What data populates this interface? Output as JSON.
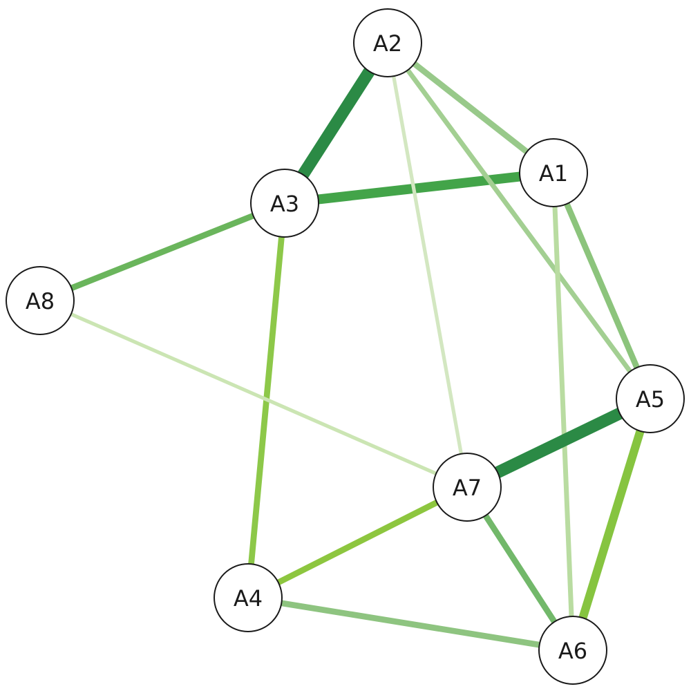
{
  "title": "",
  "nodes": [
    {
      "id": "A1",
      "label": "A1"
    },
    {
      "id": "A2",
      "label": "A2"
    },
    {
      "id": "A3",
      "label": "A3"
    },
    {
      "id": "A4",
      "label": "A4"
    },
    {
      "id": "A5",
      "label": "A5"
    },
    {
      "id": "A6",
      "label": "A6"
    },
    {
      "id": "A7",
      "label": "A7"
    },
    {
      "id": "A8",
      "label": "A8"
    }
  ],
  "edges": [
    {
      "source": "A2",
      "target": "A3",
      "weight": 5,
      "color": "#2b8a45"
    },
    {
      "source": "A3",
      "target": "A1",
      "weight": 4,
      "color": "#43a449"
    },
    {
      "source": "A2",
      "target": "A1",
      "weight": 2.5,
      "color": "#98c98a"
    },
    {
      "source": "A2",
      "target": "A5",
      "weight": 2,
      "color": "#a3cf92"
    },
    {
      "source": "A2",
      "target": "A7",
      "weight": 1.5,
      "color": "#d3e7c1"
    },
    {
      "source": "A1",
      "target": "A5",
      "weight": 2.5,
      "color": "#8cc47c"
    },
    {
      "source": "A1",
      "target": "A6",
      "weight": 2,
      "color": "#b9dca1"
    },
    {
      "source": "A3",
      "target": "A8",
      "weight": 2.5,
      "color": "#6ab55c"
    },
    {
      "source": "A3",
      "target": "A4",
      "weight": 2.5,
      "color": "#8dc849"
    },
    {
      "source": "A8",
      "target": "A7",
      "weight": 1.5,
      "color": "#cbe5b3"
    },
    {
      "source": "A5",
      "target": "A7",
      "weight": 5,
      "color": "#2b8a45"
    },
    {
      "source": "A5",
      "target": "A6",
      "weight": 3.5,
      "color": "#86c440"
    },
    {
      "source": "A7",
      "target": "A4",
      "weight": 2.5,
      "color": "#8dc63f"
    },
    {
      "source": "A7",
      "target": "A6",
      "weight": 2.5,
      "color": "#72b86a"
    },
    {
      "source": "A4",
      "target": "A6",
      "weight": 2.5,
      "color": "#8ec480"
    }
  ]
}
